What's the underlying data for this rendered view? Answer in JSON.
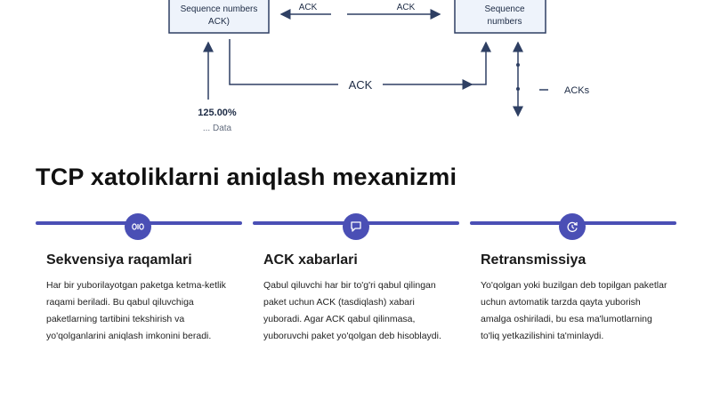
{
  "diagram": {
    "sender_box": "Sequence numbers\nACK)",
    "receiver_box": "Sequence\nnumbers",
    "ack_top_left": "ACK",
    "ack_top_right": "ACK",
    "ack_bottom": "ACK",
    "acks_label": "ACKs",
    "percentage_label": "125.00%",
    "cropped_label": "... Data"
  },
  "page_title": "TCP xatoliklarni aniqlash mexanizmi",
  "colors": {
    "accent": "#4a4fb5",
    "box_border": "#2e3f63",
    "box_fill": "#eef3fb"
  },
  "columns": [
    {
      "icon": "binary-icon",
      "heading": "Sekvensiya raqamlari",
      "description": "Har bir yuborilayotgan paketga ketma-ketlik raqami beriladi. Bu qabul qiluvchiga paketlarning tartibini tekshirish va yo'qolganlarini aniqlash imkonini beradi."
    },
    {
      "icon": "message-icon",
      "heading": "ACK xabarlari",
      "description": "Qabul qiluvchi har bir to'g'ri qabul qilingan paket uchun ACK (tasdiqlash) xabari yuboradi. Agar ACK qabul qilinmasa, yuboruvchi paket yo'qolgan deb hisoblaydi."
    },
    {
      "icon": "refresh-icon",
      "heading": "Retransmissiya",
      "description": "Yo'qolgan yoki buzilgan deb topilgan paketlar uchun avtomatik tarzda qayta yuborish amalga oshiriladi, bu esa ma'lumotlarning to'liq yetkazilishini ta'minlaydi."
    }
  ]
}
